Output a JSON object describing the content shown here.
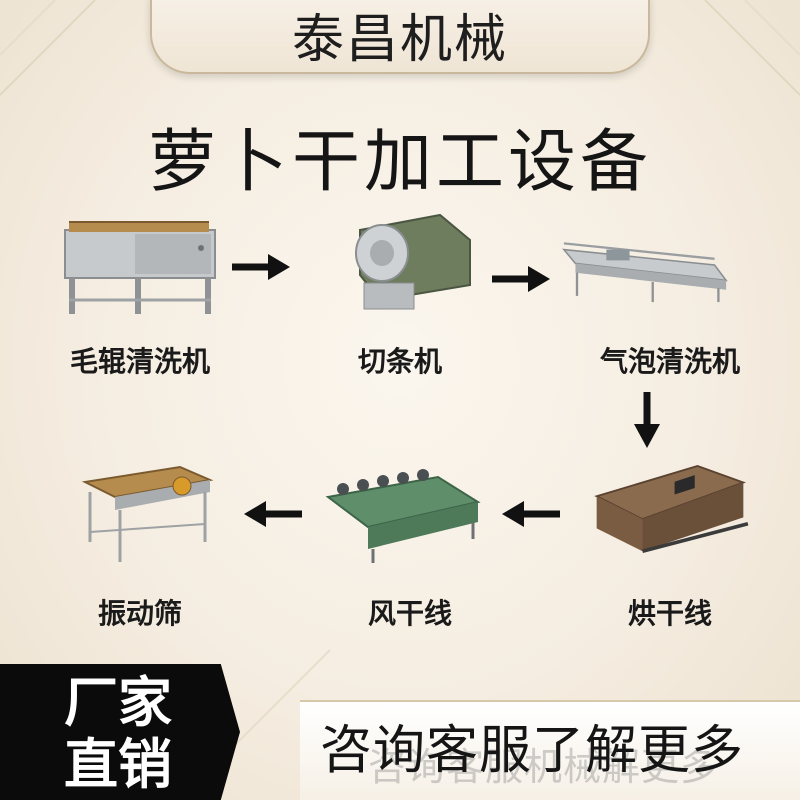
{
  "header": {
    "brand": "泰昌机械"
  },
  "title": "萝卜干加工设备",
  "process": {
    "steps": [
      {
        "label": "毛辊清洗机",
        "icon": "roller-washer-icon"
      },
      {
        "label": "切条机",
        "icon": "strip-cutter-icon"
      },
      {
        "label": "气泡清洗机",
        "icon": "bubble-washer-icon"
      },
      {
        "label": "烘干线",
        "icon": "drying-line-icon"
      },
      {
        "label": "风干线",
        "icon": "air-drying-line-icon"
      },
      {
        "label": "振动筛",
        "icon": "vibrating-screen-icon"
      }
    ]
  },
  "footer": {
    "badge_line1": "厂家",
    "badge_line2": "直销",
    "cta": "咨询客服了解更多",
    "cta_ghost": "咨询客服机械解更多"
  },
  "colors": {
    "background": "#f5ede1",
    "accent_border": "#c9b89c",
    "footer_dark": "#0b0b0b",
    "text": "#1a1a1a",
    "steel": "#a9adb0"
  }
}
